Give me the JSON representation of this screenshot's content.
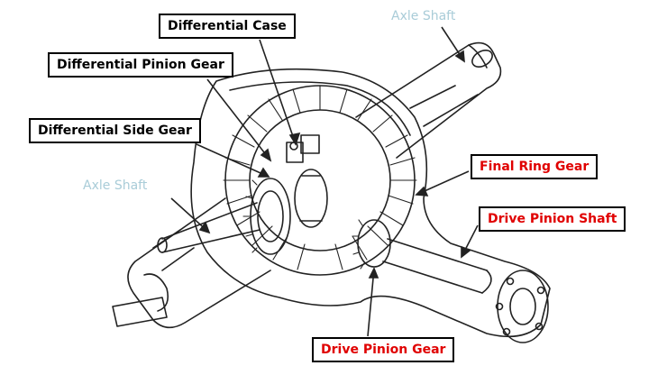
{
  "labels": {
    "differential_case": "Differential Case",
    "differential_pinion_gear": "Differential Pinion Gear",
    "differential_side_gear": "Differential Side Gear",
    "axle_shaft_left": "Axle Shaft",
    "axle_shaft_right": "Axle Shaft",
    "final_ring_gear": "Final Ring Gear",
    "drive_pinion_shaft": "Drive Pinion Shaft",
    "drive_pinion_gear": "Drive Pinion Gear"
  },
  "colors": {
    "component_label": "#000000",
    "drive_label": "#e00000",
    "axle_label": "#a9ccd8",
    "line_art": "#222222"
  }
}
